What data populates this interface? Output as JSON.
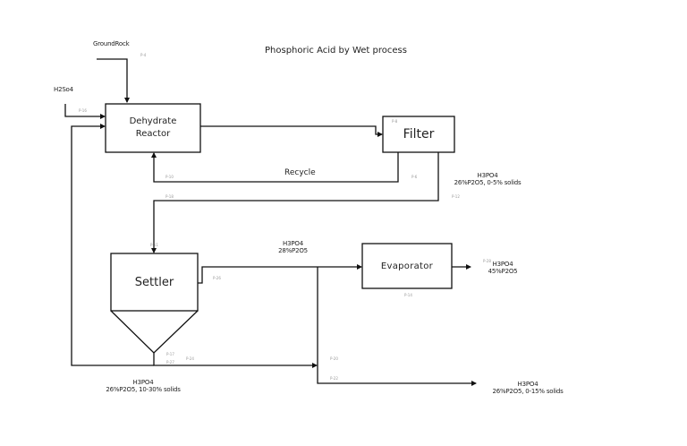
{
  "title": "Phosphoric Acid by Wet process",
  "feeds": {
    "ground_rock": "GroundRock",
    "h2so4": "H2So4"
  },
  "units": {
    "reactor": {
      "line1": "Dehydrate",
      "line2": "Reactor"
    },
    "filter": "Filter",
    "settler": "Settler",
    "evaporator": "Evaporator"
  },
  "streams": {
    "recycle": "Recycle",
    "filter_product": {
      "line1": "H3PO4",
      "line2": "26%P2O5, 0-5% solids"
    },
    "settler_overflow": {
      "line1": "H3PO4",
      "line2": "28%P2O5"
    },
    "evaporator_product": {
      "line1": "H3PO4",
      "line2": "45%P2O5"
    },
    "settler_underflow": {
      "line1": "H3PO4",
      "line2": "26%P2O5, 10-30% solids"
    },
    "bypass_product": {
      "line1": "H3PO4",
      "line2": "26%P2O5, 0-15% solids"
    }
  },
  "stream_tags": {
    "p4": "P-4",
    "p16": "P-16",
    "p8": "P-8",
    "p10": "P-10",
    "p18": "P-18",
    "p6": "P-6",
    "p12": "P-12",
    "p11": "P-11",
    "p26": "P-26",
    "p14": "P-14",
    "p28": "P-28",
    "p17": "P-17",
    "p27": "P-27",
    "p24": "P-24",
    "p20": "P-20",
    "p22": "P-22"
  },
  "colors": {
    "line": "#111111",
    "background": "#ffffff"
  }
}
